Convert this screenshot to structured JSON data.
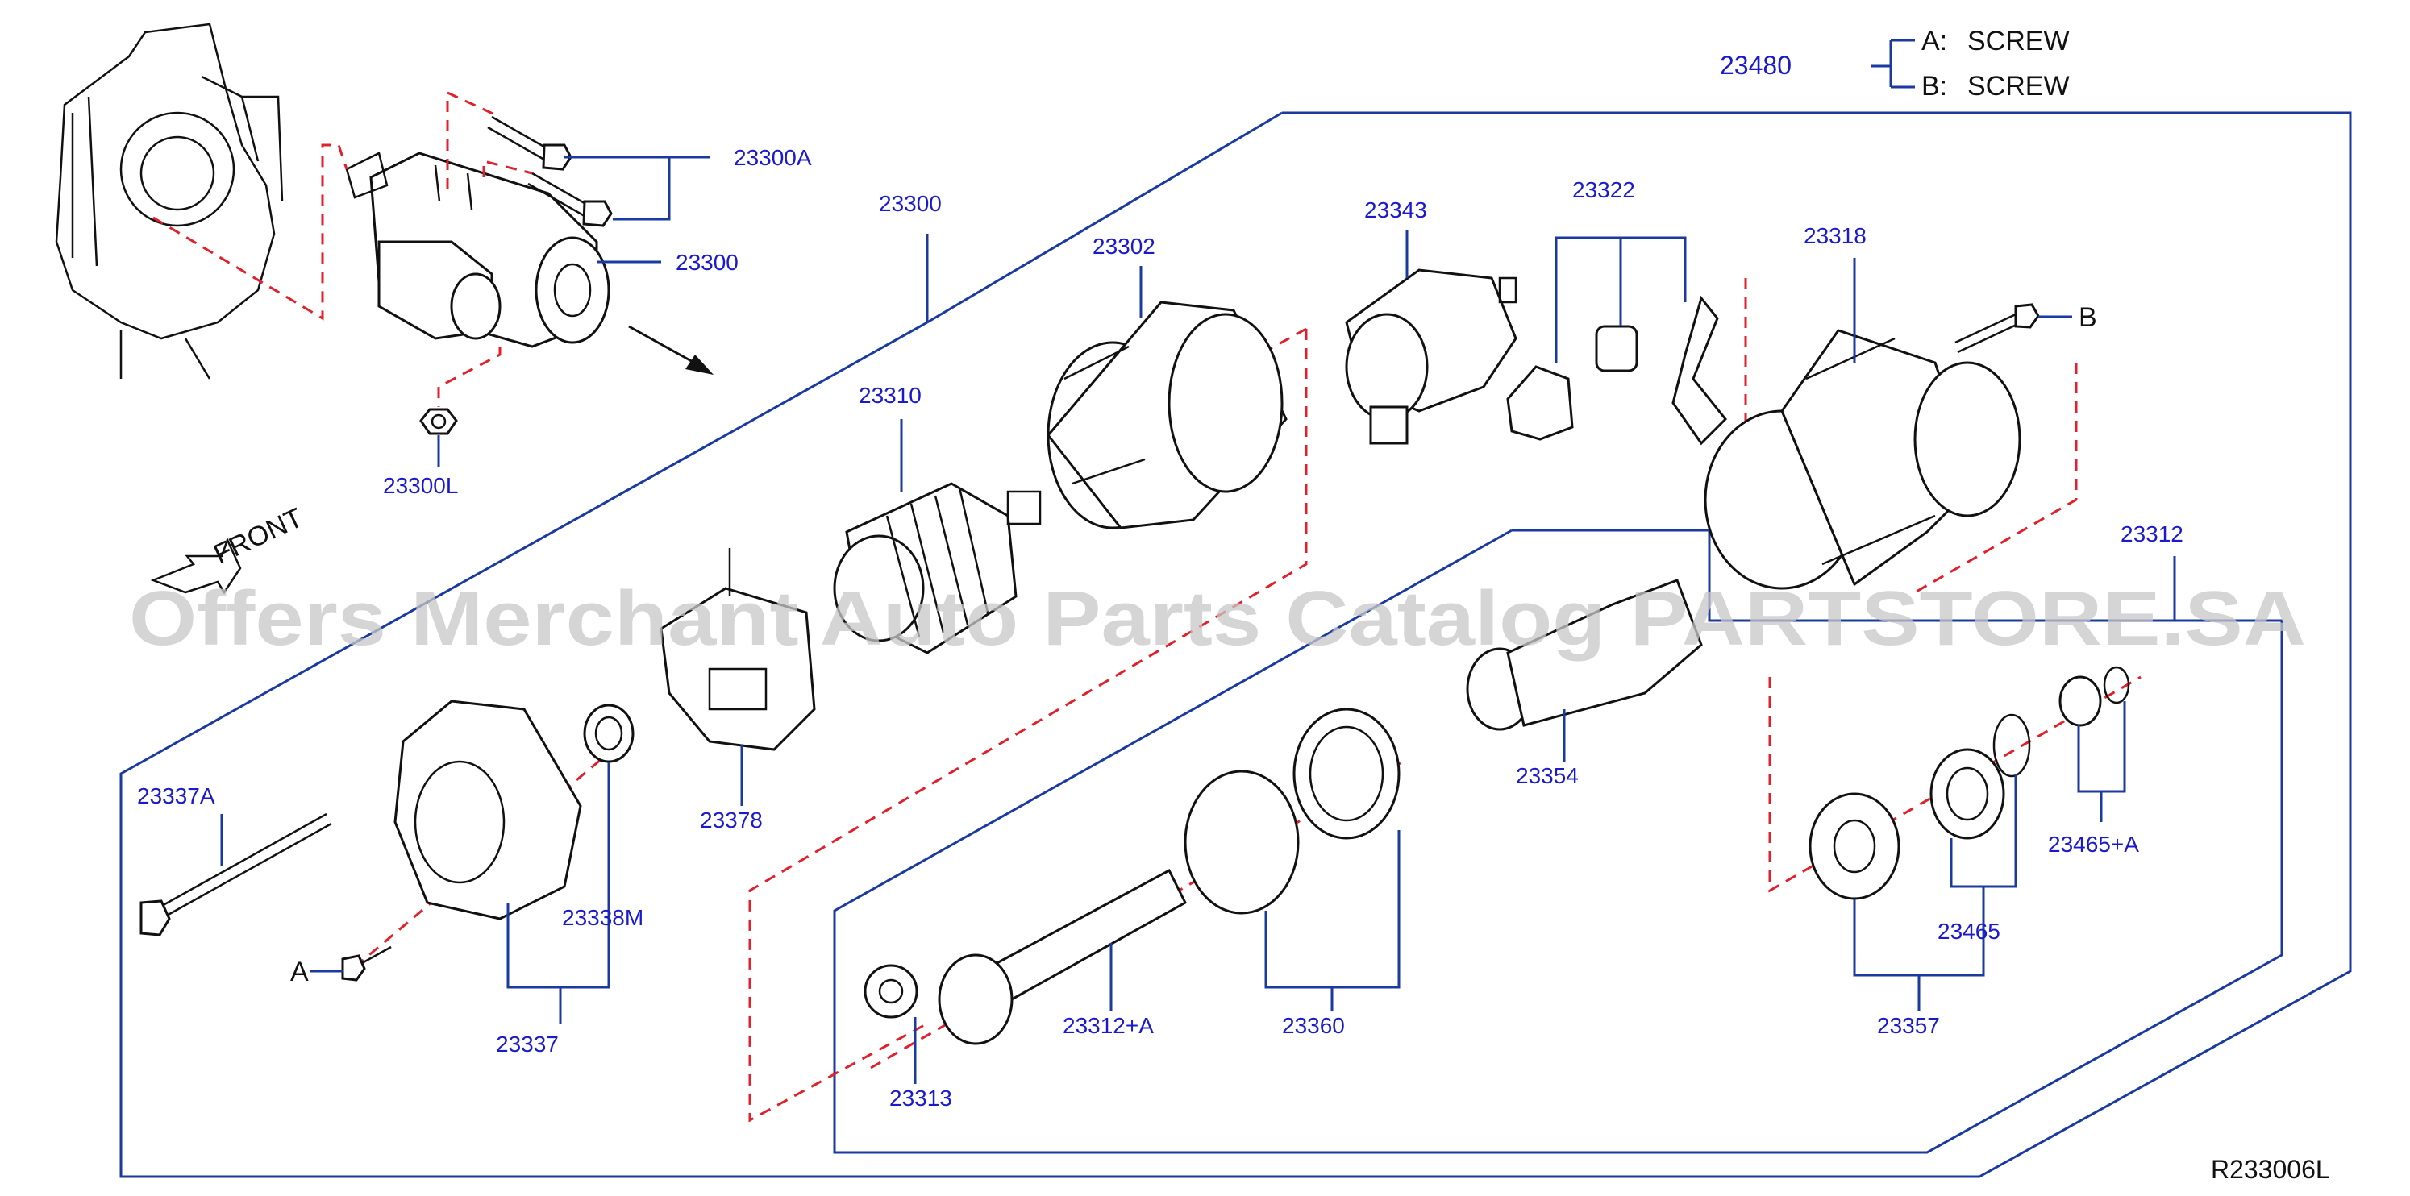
{
  "watermark": "Offers Merchant Auto Parts Catalog PARTSTORE.SA",
  "drawing_number": "R233006L",
  "screw_group": {
    "code": "23480",
    "a_label": "A:",
    "a_name": "SCREW",
    "b_label": "B:",
    "b_name": "SCREW"
  },
  "front_label": "FRONT",
  "callout_a": "A",
  "callout_b": "B",
  "parts": {
    "p23300A": "23300A",
    "p23300": "23300",
    "p23300_assy": "23300",
    "p23300L": "23300L",
    "p23302": "23302",
    "p23343": "23343",
    "p23322": "23322",
    "p23318": "23318",
    "p23310": "23310",
    "p23312": "23312",
    "p23337A": "23337A",
    "p23378": "23378",
    "p23338M": "23338M",
    "p23337": "23337",
    "p23354": "23354",
    "p23465A": "23465+A",
    "p23465": "23465",
    "p23360": "23360",
    "p23312A": "23312+A",
    "p23357": "23357",
    "p23313": "23313"
  },
  "colors": {
    "label": "#1a1acc",
    "leader": "#1a3aa0",
    "centerline": "#e0202a",
    "outline": "#111111"
  }
}
